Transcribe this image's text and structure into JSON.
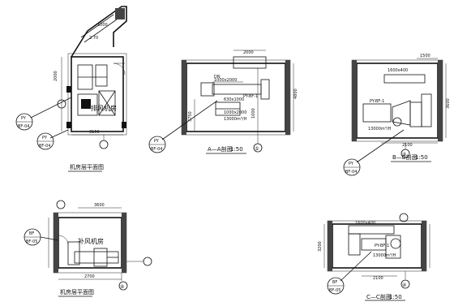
{
  "drawing": {
    "views": {
      "plan1": {
        "title": "机房层平面图",
        "room_label": "排风机房",
        "callout_code": "PY",
        "callout_sheet": "BF-04"
      },
      "section_aa": {
        "title": "A—A剖面",
        "scale": "1:50",
        "axis": "⑤",
        "callout_code": "PY",
        "callout_sheet": "BF-04"
      },
      "section_bb": {
        "title": "B—B剖面",
        "scale": "1:50",
        "axis": "④",
        "callout_code": "PY",
        "callout_sheet": "BF-04"
      },
      "plan2": {
        "title": "机房层平面图",
        "room_label": "补风机房",
        "axis": "④",
        "callout_code": "BF",
        "callout_sheet": "BF-05"
      },
      "section_cc": {
        "title": "C—C剖面",
        "scale": "1:50",
        "axis": "④",
        "callout_code": "BF",
        "callout_sheet": "BF-05"
      }
    },
    "dimensions": {
      "d2000": "2000",
      "d1000": "1000",
      "d4800": "4800",
      "d3750": "3750",
      "d2100": "2100",
      "d3600": "3600",
      "d2700": "2700",
      "d3200": "3200",
      "d3150": "3150",
      "d1500": "1500"
    },
    "notes": {
      "duct_a": "1000x2000",
      "duct_b": "1600x400",
      "fan_tag": "PY-BF-1",
      "dim_a": "1000x2000",
      "dim_b": "630x1000",
      "flow": "13000m³/H"
    }
  }
}
